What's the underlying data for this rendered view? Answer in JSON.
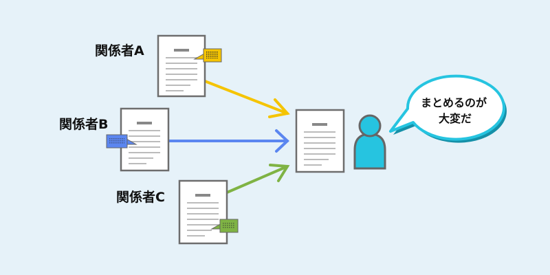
{
  "stakeholders": [
    {
      "label": "関係者A",
      "color": "#f5c400"
    },
    {
      "label": "関係者B",
      "color": "#5b86f0"
    },
    {
      "label": "関係者C",
      "color": "#7fb344"
    }
  ],
  "bubble": {
    "line1": "まとめるのが",
    "line2": "大変だ"
  },
  "person_color": "#26c4e0"
}
